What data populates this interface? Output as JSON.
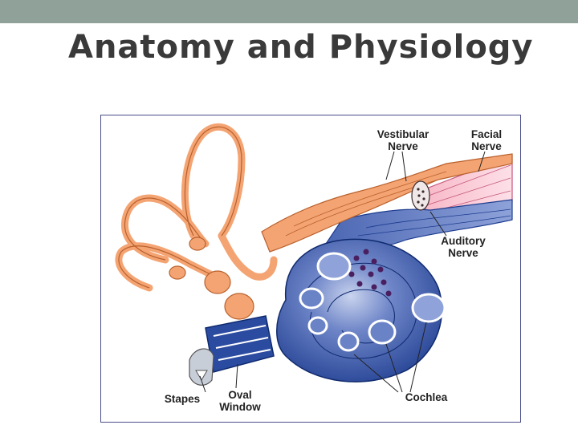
{
  "title": "Anatomy and Physiology",
  "figure": {
    "labels": {
      "vestibular_nerve": "Vestibular\nNerve",
      "facial_nerve": "Facial\nNerve",
      "auditory_nerve": "Auditory\nNerve",
      "stapes": "Stapes",
      "oval_window": "Oval\nWindow",
      "cochlea": "Cochlea"
    }
  },
  "colors": {
    "header_bar": "#8fa199",
    "title_text": "#3a3a3a",
    "vestibular_orange": "#f4a473",
    "cochlea_blue": "#2a4b9a",
    "facial_pink": "#f5b8c8"
  }
}
